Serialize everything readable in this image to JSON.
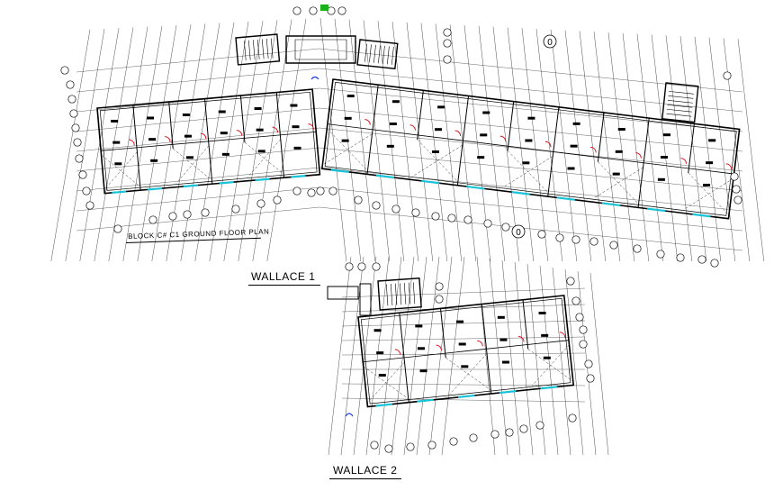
{
  "drawing": {
    "main_title": "BLOCK C# C1 GROUND FLOOR PLAN",
    "section_1_title": "WALLACE 1",
    "section_2_title": "WALLACE 2",
    "grid_marker": "0",
    "colors": {
      "lines": "#000000",
      "doors": "#e0141e",
      "windows": "#19c3d8",
      "north_marker": "#19b319",
      "symbol_blue": "#1b3bd8"
    }
  }
}
